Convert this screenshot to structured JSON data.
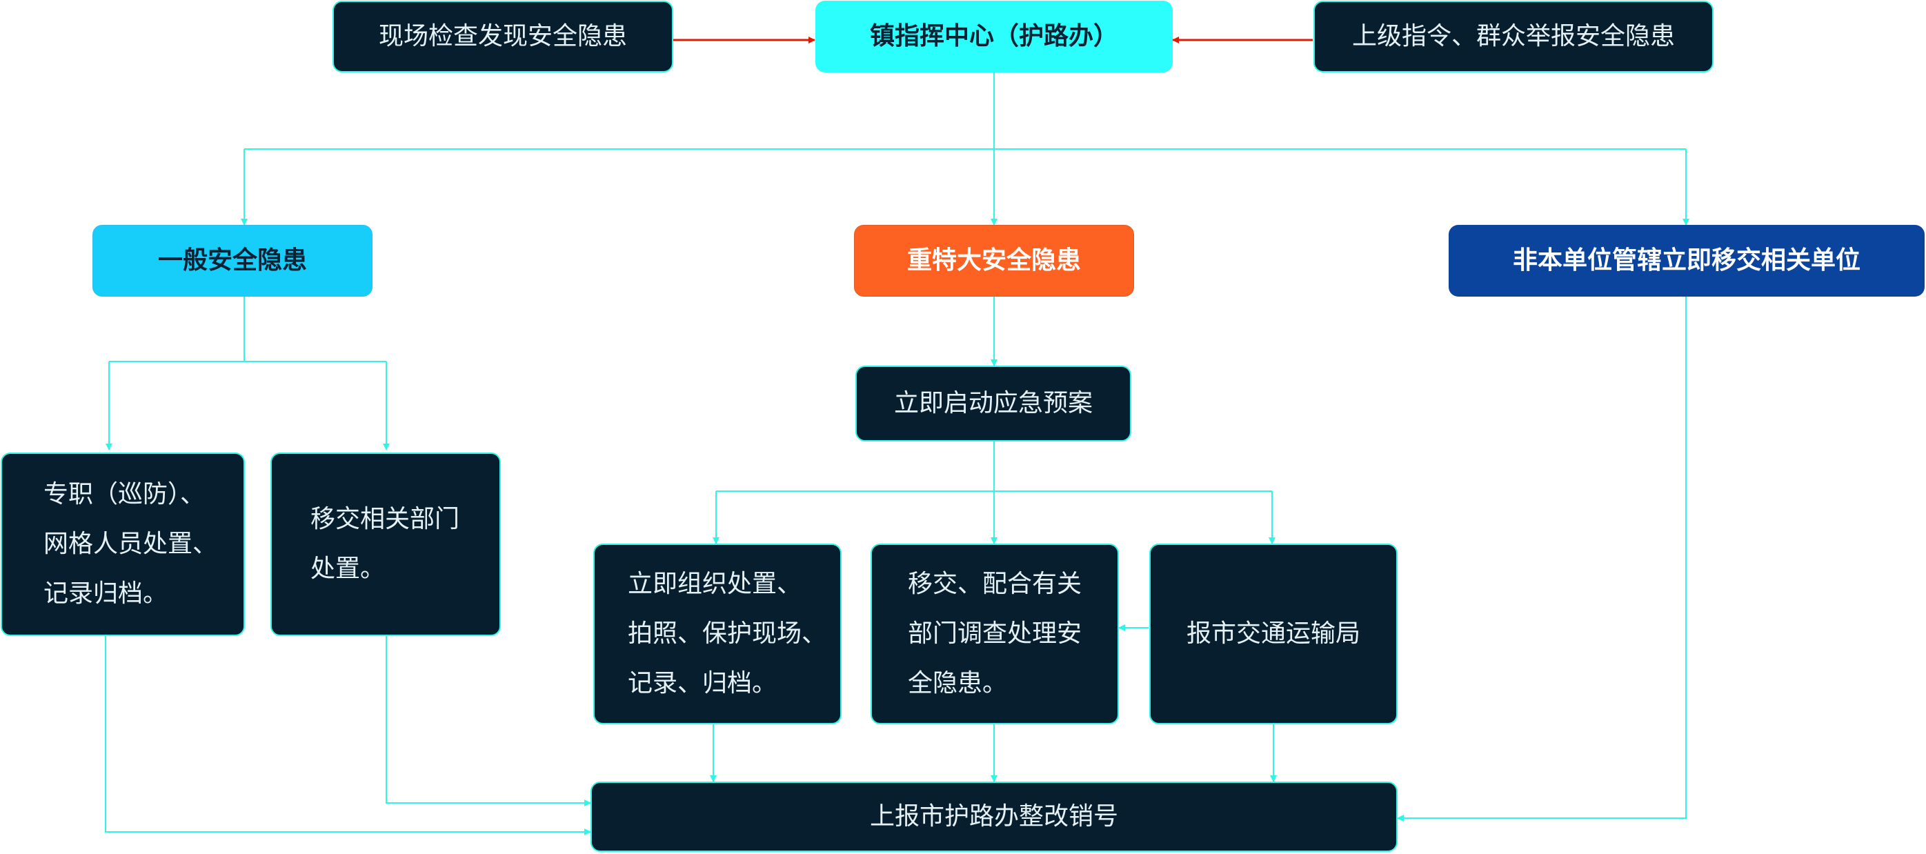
{
  "nodes": {
    "source_left": "现场检查发现安全隐患",
    "command_center": "镇指挥中心（护路办）",
    "source_right": "上级指令、群众举报安全隐患",
    "general_hazard": "一般安全隐患",
    "major_hazard": "重特大安全隐患",
    "transfer_unit": "非本单位管辖立即移交相关单位",
    "emergency_plan": "立即启动应急预案",
    "patrol_handling": [
      "专职（巡防）、",
      "网格人员处置、",
      "记录归档。"
    ],
    "transfer_dept": [
      "移交相关部门",
      "处置。"
    ],
    "organize_handling": [
      "立即组织处置、",
      "拍照、保护现场、",
      "记录、归档。"
    ],
    "cooperate_investigate": [
      "移交、配合有关",
      "部门调查处理安",
      "全隐患。"
    ],
    "report_transport_bureau": "报市交通运输局",
    "final_report": "上报市护路办整改销号"
  },
  "colors": {
    "connector": "#2ef5e4",
    "incoming_arrow": "#d81e06",
    "dark_box": "#061e2d",
    "command_center": "#2cfdfd",
    "general_hazard": "#17cdfa",
    "major_hazard": "#fd6222",
    "transfer_unit": "#0b449c"
  }
}
